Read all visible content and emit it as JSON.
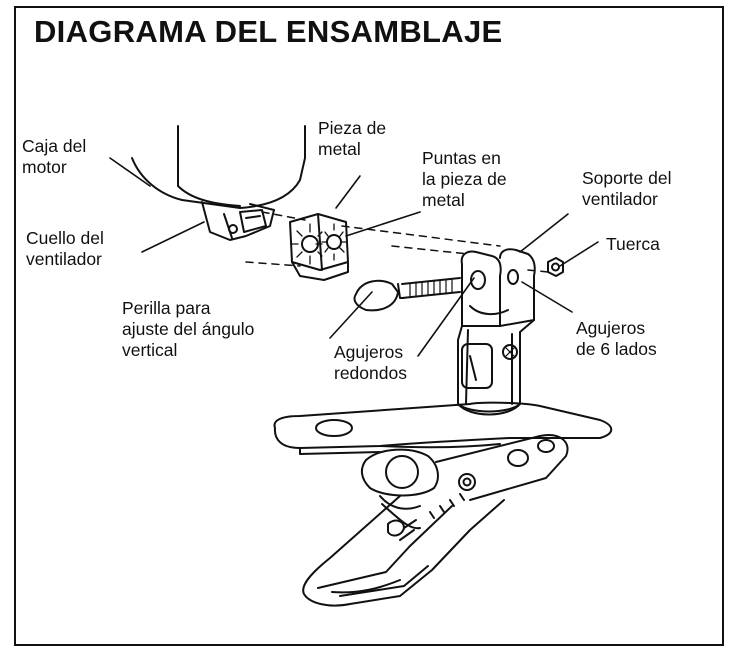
{
  "title": "DIAGRAMA DEL ENSAMBLAJE",
  "labels": {
    "motor_housing": [
      "Caja del",
      "motor"
    ],
    "metal_piece": [
      "Pieza de",
      "metal"
    ],
    "metal_tips": [
      "Puntas en",
      "la pieza de",
      "metal"
    ],
    "fan_support": [
      "Soporte del",
      "ventilador"
    ],
    "fan_neck": [
      "Cuello del",
      "ventilador"
    ],
    "nut": [
      "Tuerca"
    ],
    "knob": [
      "Perilla para",
      "ajuste del ángulo",
      "vertical"
    ],
    "round_holes": [
      "Agujeros",
      "redondos"
    ],
    "hex_holes": [
      "Agujeros",
      "de 6 lados"
    ]
  },
  "colors": {
    "ink": "#111111",
    "background": "#ffffff",
    "shade": "#2a2a2a"
  }
}
